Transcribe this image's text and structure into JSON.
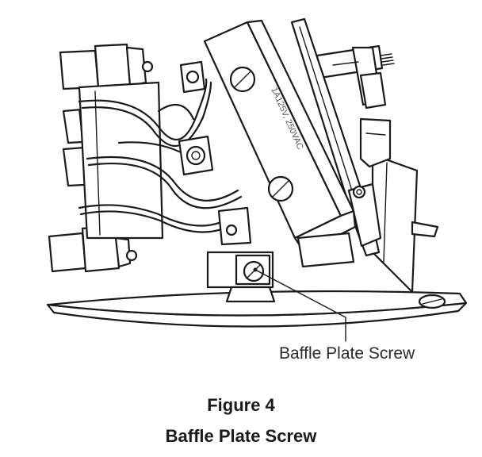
{
  "figure": {
    "switch_rating": "1A125V, 250VAC",
    "callout_label": "Baffle Plate Screw",
    "number": "Figure 4",
    "title": "Baffle Plate Screw"
  }
}
